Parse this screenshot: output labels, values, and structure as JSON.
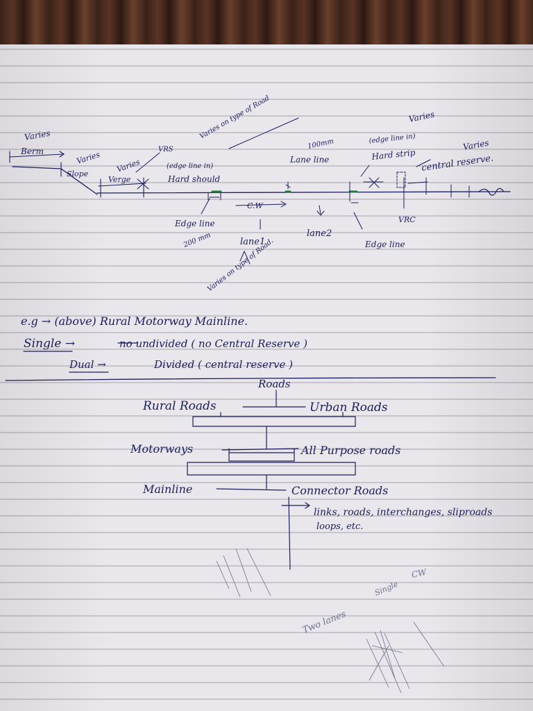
{
  "notes": {
    "sketch": {
      "varies_top_left": "Varies",
      "berm": "Berm",
      "slope_varies": "Varies",
      "slope": "Slope",
      "verge_varies": "Varies",
      "verge": "Verge",
      "vrs": "VRS",
      "varies_type_of_road_top": "Varies on type of Road",
      "edge_line_in_left": "(edge line in)",
      "hard_shoulder": "Hard should",
      "edge_line": "Edge line",
      "edge_line_width": "200 mm",
      "cw": "C.W",
      "lane1": "lane1",
      "lane2": "lane2",
      "lane_line_width": "100mm",
      "lane_line": "Lane line",
      "varies_right": "Varies",
      "edge_line_in_right": "(edge line in)",
      "hard_strip": "Hard strip",
      "varies_central": "Varies",
      "central_reserve": "central reserve.",
      "vrc": "VRC",
      "edge_line_right": "Edge line",
      "varies_type_of_road_bottom": "Varies on type of Road."
    },
    "definitions": {
      "eg_line": "e.g → (above)  Rural Motorway Mainline.",
      "single_label": "Single →",
      "single_text": "no   undivided ( no Central Reserve )",
      "dual_label": "Dual →",
      "dual_text": "Divided ( central reserve )"
    },
    "tree": {
      "root": "Roads",
      "rural": "Rural Roads",
      "urban": "Urban  Roads",
      "motorways": "Motorways",
      "all_purpose": "All Purpose roads",
      "mainline": "Mainline",
      "connector": "Connector  Roads",
      "connector_examples_1": "links, roads, interchanges, sliproads",
      "connector_examples_2": "loops, etc."
    },
    "scribbles": {
      "cw_small": "CW",
      "single_small": "Single",
      "two_lanes": "Two lanes"
    }
  }
}
